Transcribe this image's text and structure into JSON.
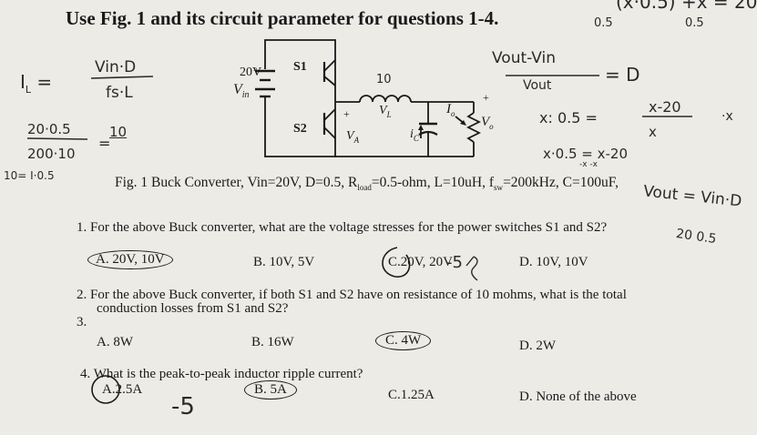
{
  "header": {
    "title": "Use Fig. 1 and its circuit parameter for questions 1-4."
  },
  "circuit": {
    "source_voltage": "20V",
    "plus": "+",
    "vin": "V",
    "vin_sub": "in",
    "switch1": "S1",
    "switch2": "S2",
    "plus2": "+",
    "va": "V",
    "va_sub": "A",
    "inductor_value": "10",
    "vl": "V",
    "vl_sub": "L",
    "io": "I",
    "io_sub": "o",
    "ic": "i",
    "ic_sub": "C",
    "vo": "V",
    "vo_sub": "o",
    "plus3": "+"
  },
  "caption": {
    "prefix": "Fig. 1 Buck Converter, Vin=20V, D=0.5, R",
    "rload_sub": "load",
    "mid": "=0.5-ohm, L=10uH, f",
    "fsw_sub": "sw",
    "suffix": "=200kHz, C=100uF,"
  },
  "questions": [
    {
      "number": "1.",
      "text": "For the above Buck converter, what are the voltage stresses for the power switches S1 and S2?",
      "options": [
        "A. 20V, 10V",
        "B. 10V, 5V",
        "C.",
        "20V, 20V",
        "D. 10V, 10V"
      ]
    },
    {
      "number": "2.",
      "text_line1": "For the above Buck converter, if both S1 and S2 have on resistance of 10 mohms, what is the total",
      "text_line2": "conduction losses from S1 and S2?",
      "options": [
        "A. 8W",
        "B. 16W",
        "C. 4W",
        "D. 2W"
      ]
    },
    {
      "number": "3."
    },
    {
      "number": "4.",
      "text": "What is the peak-to-peak inductor ripple current?",
      "options": [
        "A.",
        "2.5A",
        "B. 5A",
        "C.1.25A",
        "D. None of the above"
      ]
    }
  ],
  "handwriting": {
    "top_right": "(x·0.5) +x = 20",
    "top_right_sub": "0.5",
    "top_right_sub2": "0.5",
    "il_formula_lhs": "I",
    "il_formula_lhs_sub": "L",
    "il_formula_eq": "=",
    "il_num": "Vin·D",
    "il_den": "fs·L",
    "calc_num": "20·0.5",
    "calc_den": "200·10",
    "calc_eq": "=",
    "calc_result": "10",
    "ten_eq": "10= I·0.5",
    "eqn_num": "Vout-Vin",
    "eqn_den": "Vout",
    "eqn_rhs": "= D",
    "x_num": "x-20",
    "x_den": "x",
    "x_lhs": "x: 0.5 =",
    "x_dot": "·x",
    "x_line2": "x·0.5 = x-20",
    "x_line2_sub": "-x    -x",
    "vout_eq": "Vout = Vin·D",
    "vout_sub": "20  0.5",
    "ans1_mark": "-5",
    "ans4_mark": "-5"
  }
}
